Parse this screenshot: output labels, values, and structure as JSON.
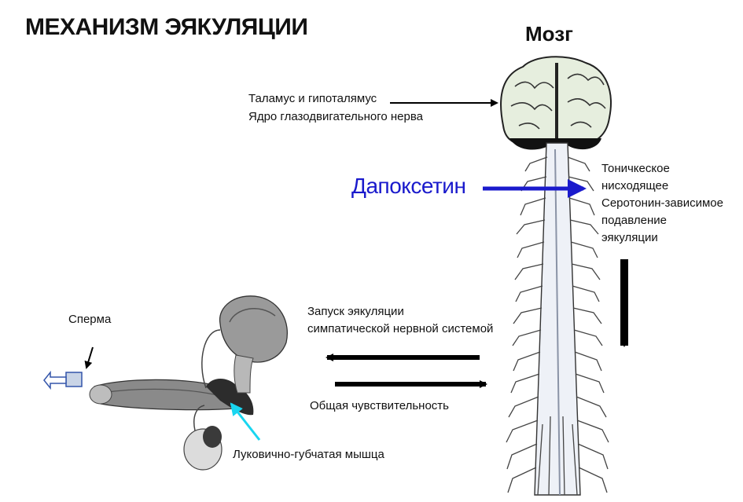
{
  "title": "МЕХАНИЗМ ЭЯКУЛЯЦИИ",
  "brain_label": "Мозг",
  "thalamus": {
    "line1": "Таламус и гипоталямус",
    "line2": "Ядро глазодвигательного нерва"
  },
  "drug": "Дапоксетин",
  "tonic": {
    "line1": "Тоничкеское",
    "line2": "нисходящее",
    "line3": "Серотонин-зависимое",
    "line4": "подавление",
    "line5": "эякуляции"
  },
  "sympathetic": {
    "line1": "Запуск эякуляции",
    "line2": "симпатической нервной системой"
  },
  "sensitivity": "Общая чувствительность",
  "sperm": "Сперма",
  "muscle": "Луковично-губчатая мышца",
  "colors": {
    "drug_blue": "#1a1acc",
    "muscle_pointer": "#19d6f0",
    "arrow_black": "#000000"
  }
}
